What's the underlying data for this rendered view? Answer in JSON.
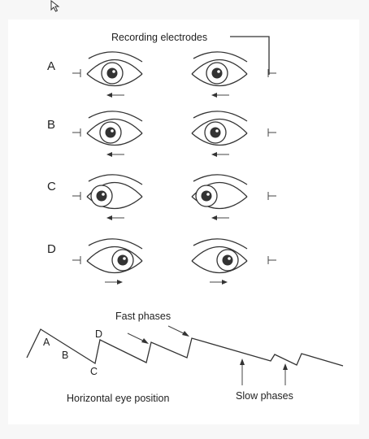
{
  "labels": {
    "recording_electrodes": "Recording electrodes",
    "row_a": "A",
    "row_b": "B",
    "row_c": "C",
    "row_d": "D",
    "fast_phases": "Fast phases",
    "slow_phases": "Slow phases",
    "horizontal_eye_position": "Horizontal eye position",
    "trace_a": "A",
    "trace_b": "B",
    "trace_c": "C",
    "trace_d": "D"
  },
  "rows": [
    {
      "letter": "A",
      "arrow": "left"
    },
    {
      "letter": "B",
      "arrow": "left"
    },
    {
      "letter": "C",
      "arrow": "left"
    },
    {
      "letter": "D",
      "arrow": "right"
    }
  ],
  "icons": {
    "cursor": "mouse-pointer-icon",
    "eye": "eye-icon",
    "electrode": "electrode-icon",
    "arrow": "direction-arrow-icon"
  }
}
